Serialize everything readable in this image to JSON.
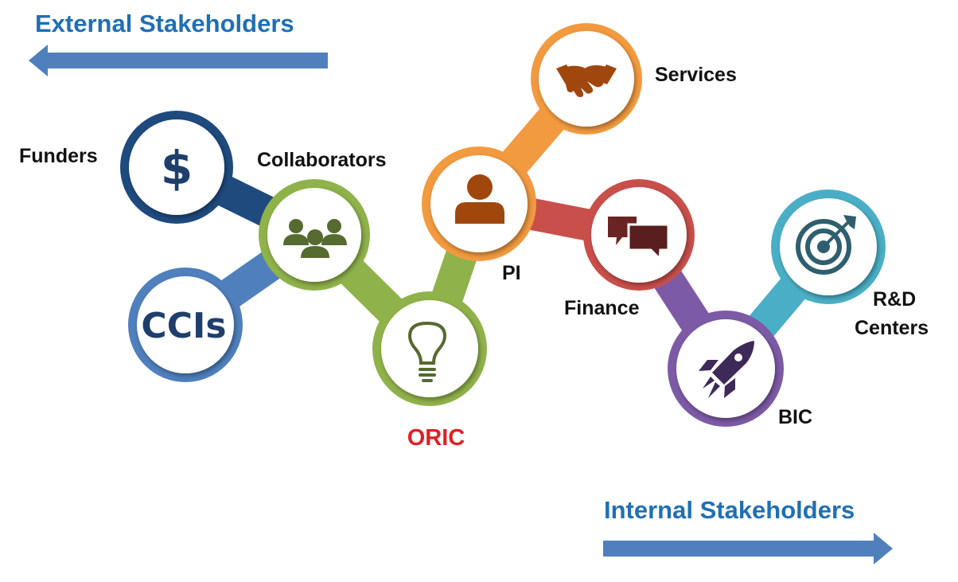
{
  "headings": {
    "external": "External Stakeholders",
    "internal": "Internal Stakeholders"
  },
  "nodes": {
    "funders": {
      "label": "Funders",
      "symbol": "$",
      "color": "#1f4a7e",
      "icon": "dollar-icon"
    },
    "ccis": {
      "label": "CCIs",
      "color": "#4f80bd",
      "icon": "text-mark"
    },
    "collaborators": {
      "label": "Collaborators",
      "color": "#8fb24a",
      "icon": "group-icon"
    },
    "oric": {
      "label": "ORIC",
      "color": "#8fb24a",
      "icon": "lightbulb-icon"
    },
    "pi": {
      "label": "PI",
      "color": "#f29a3f",
      "icon": "person-icon"
    },
    "services": {
      "label": "Services",
      "color": "#f29a3f",
      "icon": "handshake-icon"
    },
    "finance": {
      "label": "Finance",
      "color": "#c94f4b",
      "icon": "chat-bubbles-icon"
    },
    "bic": {
      "label": "BIC",
      "color": "#7d5aa6",
      "icon": "rocket-icon"
    },
    "rnd": {
      "label_line1": "R&D",
      "label_line2": "Centers",
      "color": "#4aafc6",
      "icon": "target-icon"
    }
  },
  "colors": {
    "heading": "#1f6fb5",
    "arrow": "#4f80bd",
    "oric_label": "#e31e24"
  }
}
